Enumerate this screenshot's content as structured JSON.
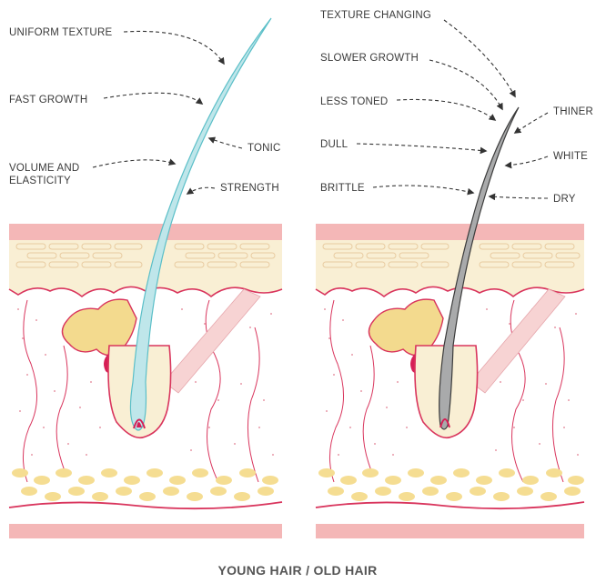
{
  "colors": {
    "skin_top": "#f4b7b7",
    "epidermis": "#f9efd4",
    "cell_outline": "#e8cba0",
    "dermis_line": "#d9355d",
    "dot": "#e89aa8",
    "gland": "#f3da8e",
    "papilla": "#d61f56",
    "muscle": "#f7d3d3",
    "fat": "#f5dd92",
    "young_hair": "#bfe6ea",
    "young_hair_edge": "#5bbfc8",
    "old_hair": "#a9aaab",
    "old_hair_edge": "#3b3b3b"
  },
  "young": {
    "labels": {
      "uniform_texture": "UNIFORM TEXTURE",
      "fast_growth": "FAST GROWTH",
      "tonic": "TONIC",
      "volume_line1": "VOLUME AND",
      "volume_line2": "ELASTICITY",
      "strength": "STRENGTH"
    }
  },
  "old": {
    "labels": {
      "texture_changing": "TEXTURE CHANGING",
      "slower_growth": "SLOWER GROWTH",
      "less_toned": "LESS TONED",
      "thiner": "THINER",
      "dull": "DULL",
      "white": "WHITE",
      "brittle": "BRITTLE",
      "dry": "DRY"
    }
  },
  "caption": "YOUNG HAIR / OLD HAIR"
}
